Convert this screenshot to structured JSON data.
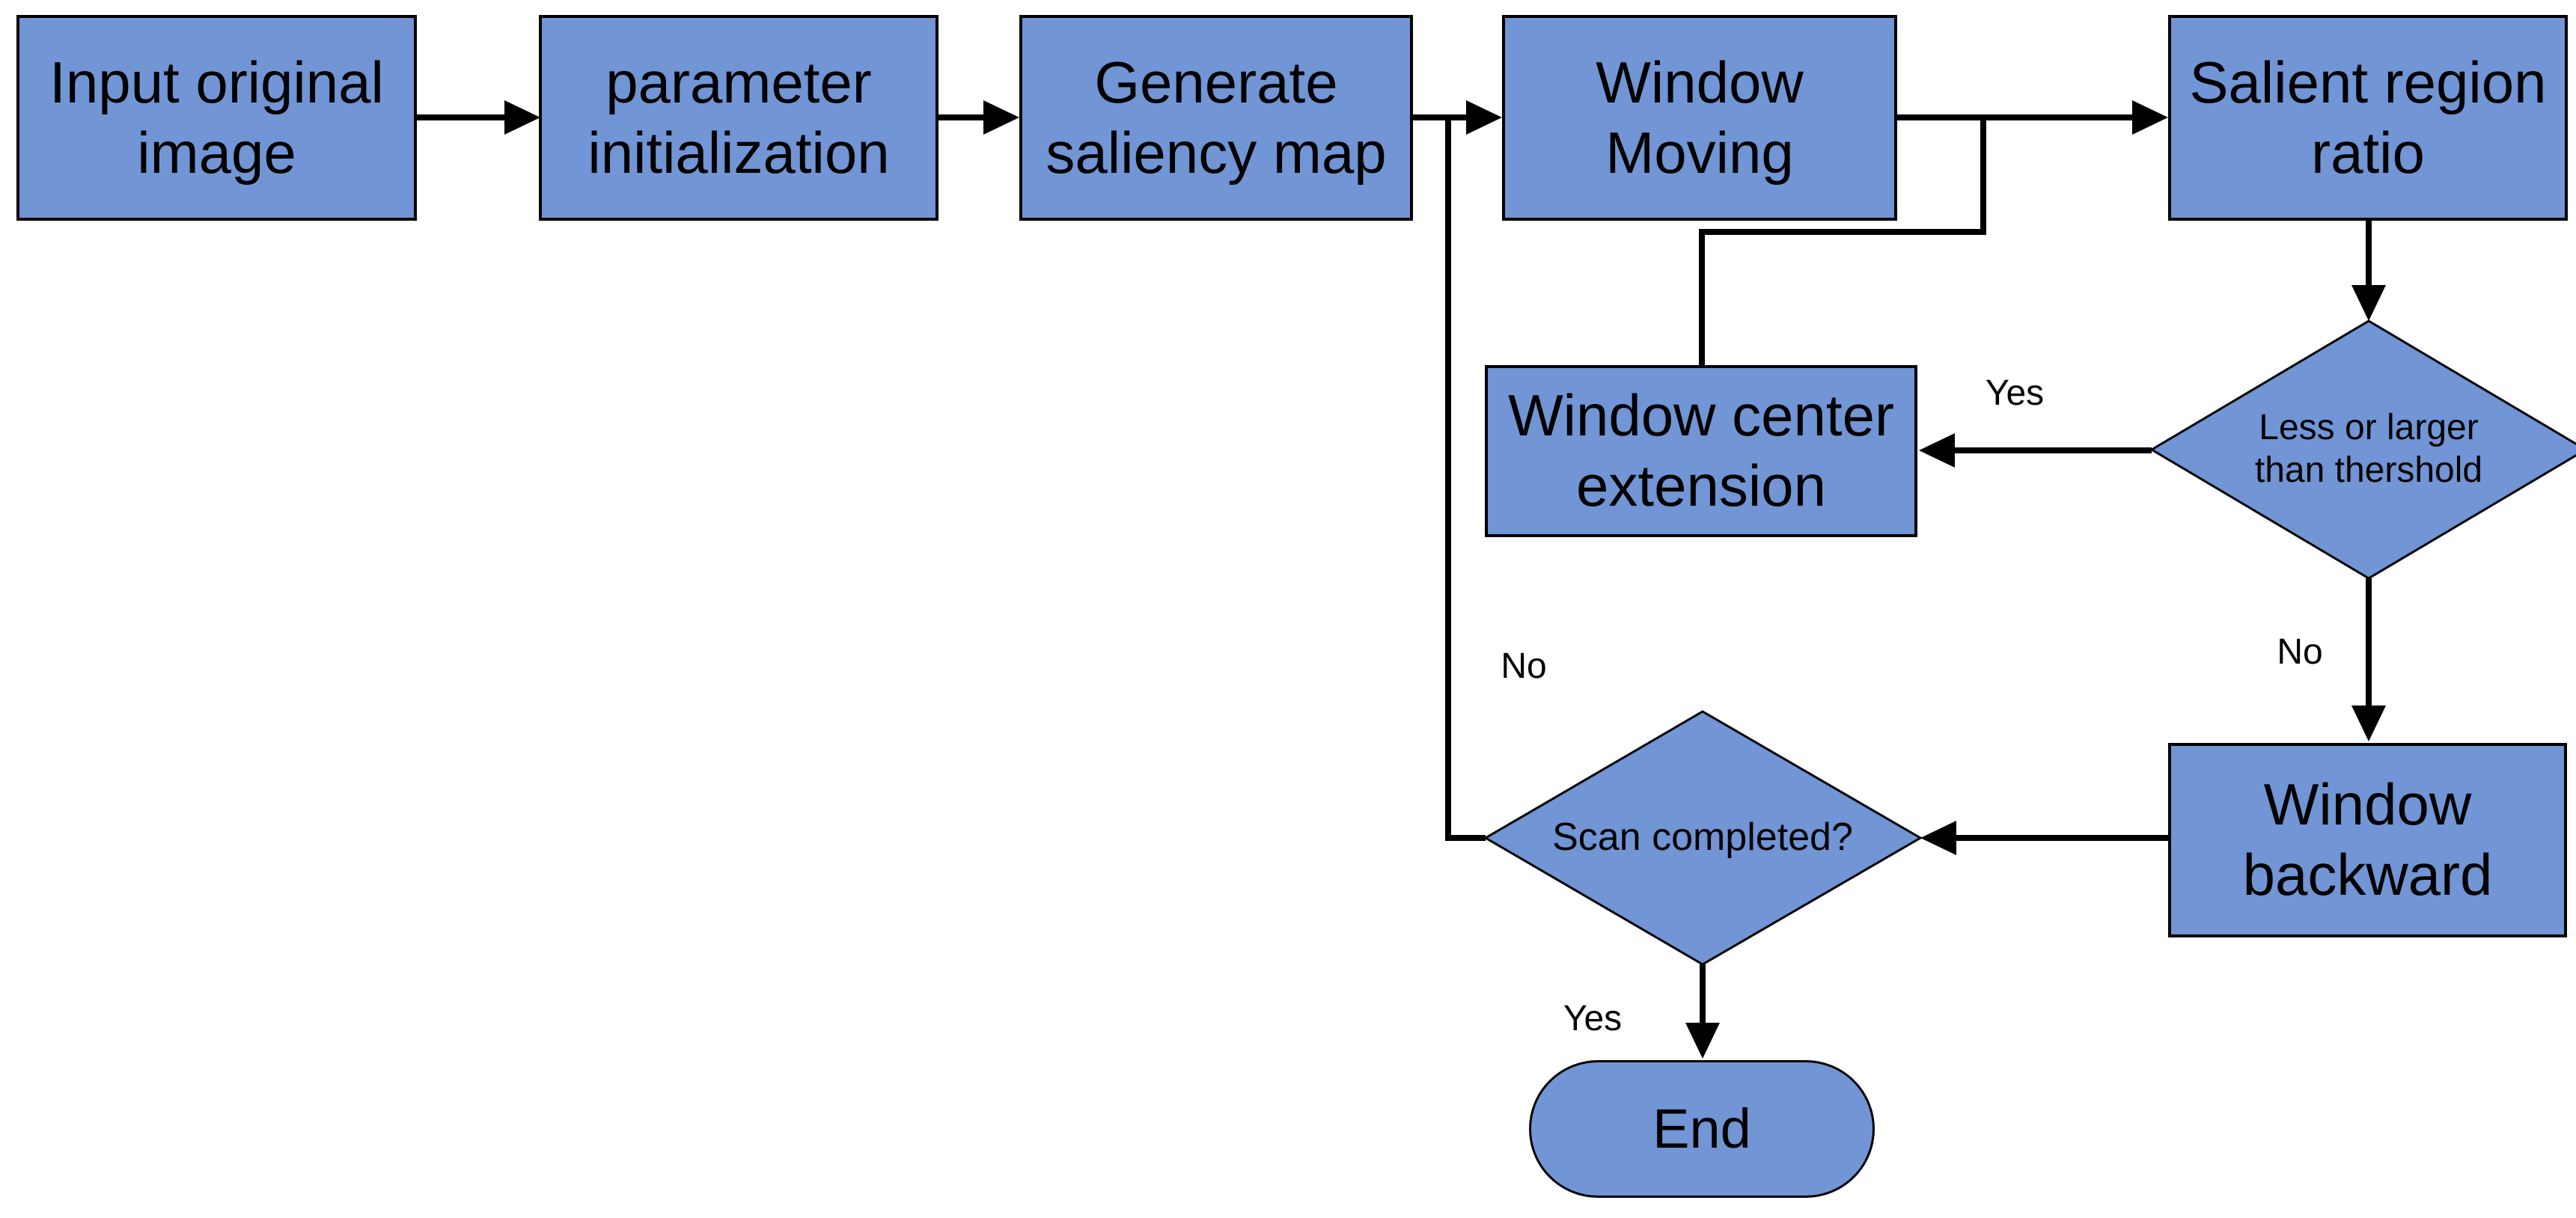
{
  "diagram": {
    "type": "flowchart",
    "colors": {
      "node_fill": "#7195D5",
      "node_border": "#000000",
      "connector": "#000000",
      "text": "#000000",
      "background": "#FFFFFF"
    },
    "nodes": {
      "input": {
        "shape": "rect",
        "label": "Input original\nimage"
      },
      "param_init": {
        "shape": "rect",
        "label": "parameter\ninitialization"
      },
      "gen_saliency": {
        "shape": "rect",
        "label": "Generate\nsaliency map"
      },
      "window_moving": {
        "shape": "rect",
        "label": "Window\nMoving"
      },
      "salient_ratio": {
        "shape": "rect",
        "label": "Salient region\nratio"
      },
      "threshold_decision": {
        "shape": "diamond",
        "label": "Less or larger\nthan thershold"
      },
      "center_extension": {
        "shape": "rect",
        "label": "Window center\nextension"
      },
      "window_backward": {
        "shape": "rect",
        "label": "Window\nbackward"
      },
      "scan_decision": {
        "shape": "diamond",
        "label": "Scan completed?"
      },
      "end": {
        "shape": "stadium",
        "label": "End"
      }
    },
    "edge_labels": {
      "threshold_yes": "Yes",
      "threshold_no": "No",
      "scan_no": "No",
      "scan_yes": "Yes"
    },
    "edges": [
      {
        "from": "input",
        "to": "param_init"
      },
      {
        "from": "param_init",
        "to": "gen_saliency"
      },
      {
        "from": "gen_saliency",
        "to": "window_moving"
      },
      {
        "from": "window_moving",
        "to": "salient_ratio"
      },
      {
        "from": "salient_ratio",
        "to": "threshold_decision"
      },
      {
        "from": "threshold_decision",
        "to": "center_extension",
        "label": "Yes"
      },
      {
        "from": "center_extension",
        "to": "salient_ratio",
        "note": "rejoins arrow into Salient region ratio"
      },
      {
        "from": "threshold_decision",
        "to": "window_backward",
        "label": "No"
      },
      {
        "from": "window_backward",
        "to": "scan_decision"
      },
      {
        "from": "scan_decision",
        "to": "window_moving",
        "label": "No",
        "note": "rejoins arrow into Window Moving"
      },
      {
        "from": "scan_decision",
        "to": "end",
        "label": "Yes"
      }
    ]
  }
}
